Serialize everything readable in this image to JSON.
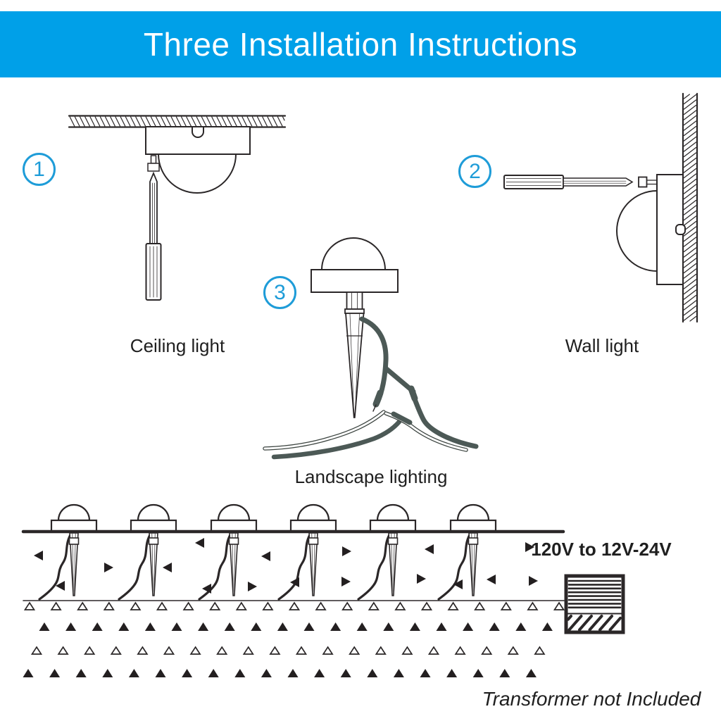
{
  "header": {
    "title": "Three Installation Instructions"
  },
  "steps": [
    {
      "number": "1",
      "label": "Ceiling light"
    },
    {
      "number": "2",
      "label": "Wall light"
    },
    {
      "number": "3",
      "label": "Landscape lighting"
    }
  ],
  "ground_section": {
    "voltage_label": "120V to 12V-24V",
    "disclaimer": "Transformer not Included",
    "light_count": 6
  },
  "colors": {
    "banner_blue": "#00A0E8",
    "circle_blue": "#1E9CD8",
    "line_dark": "#2B2728",
    "cable_gray": "#4C5956",
    "soil_dark": "#231F20",
    "text_dark": "#1F1F1F"
  }
}
